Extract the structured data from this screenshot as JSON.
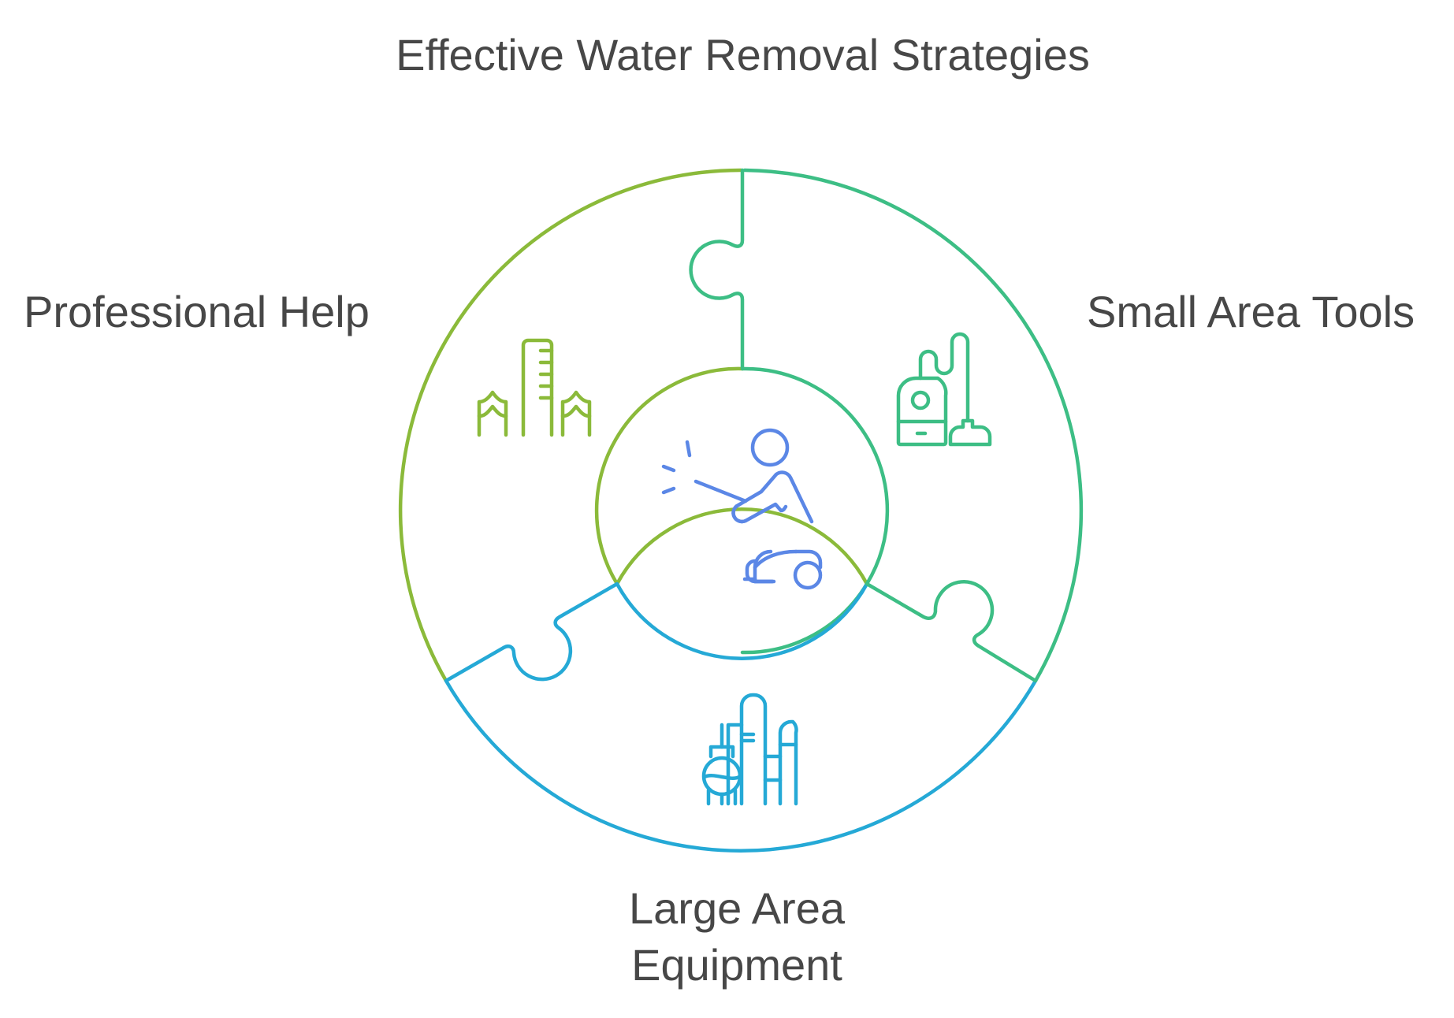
{
  "title": "Effective Water Removal Strategies",
  "segments": [
    {
      "label": "Professional Help",
      "icon": "city-flood-icon",
      "color": "#8BBA3A"
    },
    {
      "label": "Small Area Tools",
      "icon": "vacuum-cleaner-icon",
      "color": "#3DBE85"
    },
    {
      "label_lines": [
        "Large Area",
        "Equipment"
      ],
      "icon": "industrial-plant-icon",
      "color": "#25A9D6"
    }
  ],
  "center": {
    "icon": "person-with-sprayer-icon",
    "color": "#5B87E6"
  },
  "colors": {
    "text": "#474747",
    "green": "#8BBA3A",
    "teal": "#3DBE85",
    "blue": "#25A9D6",
    "center_blue": "#5B87E6"
  }
}
